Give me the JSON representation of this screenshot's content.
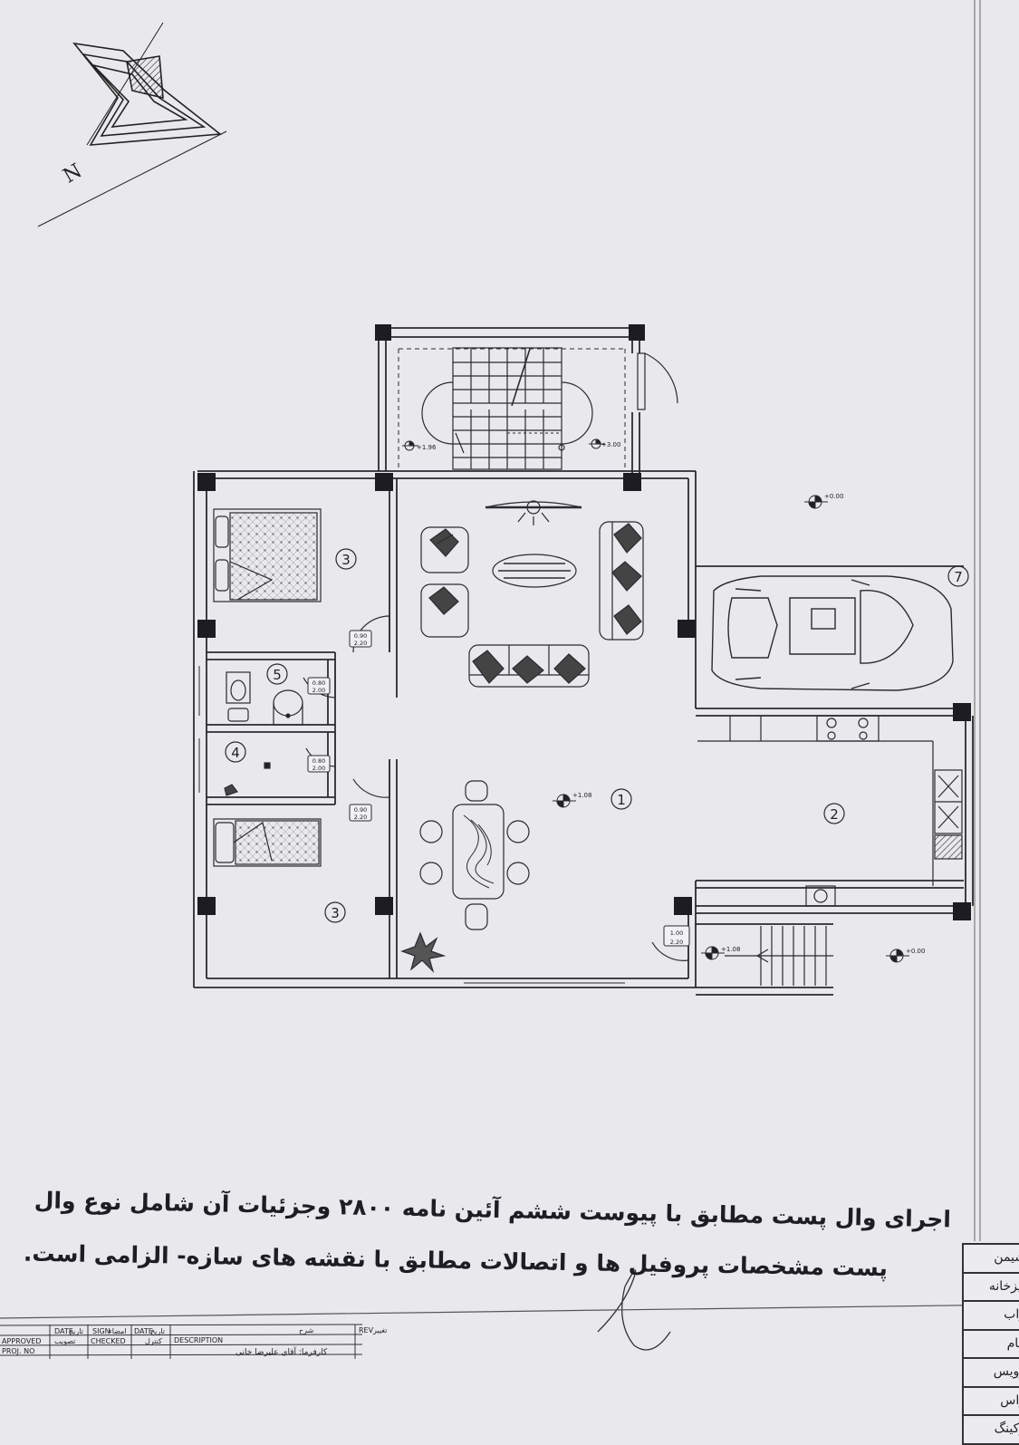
{
  "north_label": "N",
  "rooms": [
    {
      "id": "1",
      "label": "1"
    },
    {
      "id": "2",
      "label": "2"
    },
    {
      "id": "3a",
      "label": "3"
    },
    {
      "id": "3b",
      "label": "3"
    },
    {
      "id": "4",
      "label": "4"
    },
    {
      "id": "5",
      "label": "5"
    },
    {
      "id": "7",
      "label": "7"
    }
  ],
  "levels": {
    "stair_left": "+1.96",
    "stair_right": "+3.00",
    "yard_top": "+0.00",
    "living": "+1.08",
    "entry": "+1.08",
    "yard_bottom": "+0.00"
  },
  "doors": {
    "bed_top": [
      "0.90",
      "2.20"
    ],
    "wc": [
      "0.80",
      "2.00"
    ],
    "bath": [
      "0.80",
      "2.00"
    ],
    "bed_bottom": [
      "0.90",
      "2.20"
    ],
    "entry": [
      "1.00",
      "2.20"
    ]
  },
  "notes": {
    "line1": "اجرای وال پست مطابق با پیوست ششم آئین نامه ۲۸۰۰ وجزئیات آن شامل نوع وال",
    "line2": "پست مشخصات پروفیل ها و اتصالات مطابق با نقشه های سازه- الزامی است."
  },
  "legend": [
    "شیمن",
    "پیزخانه",
    "واب",
    "مام",
    "رویس",
    "راس",
    "رکینگ"
  ],
  "title_block": {
    "approved": "APPROVED",
    "approved_fa": "تصویب",
    "proj_no": "PROJ. NO",
    "date": "DATE",
    "date_fa": "تاریخ",
    "sign": "SIGN",
    "sign_fa": "امضاء",
    "checked": "CHECKED",
    "checked_fa": "کنترل",
    "description": "DESCRIPTION",
    "description_fa": "شرح",
    "rev": "REV",
    "rev_fa": "تغییر",
    "owner": "کارفرما: آقای علیرضا خانی"
  }
}
